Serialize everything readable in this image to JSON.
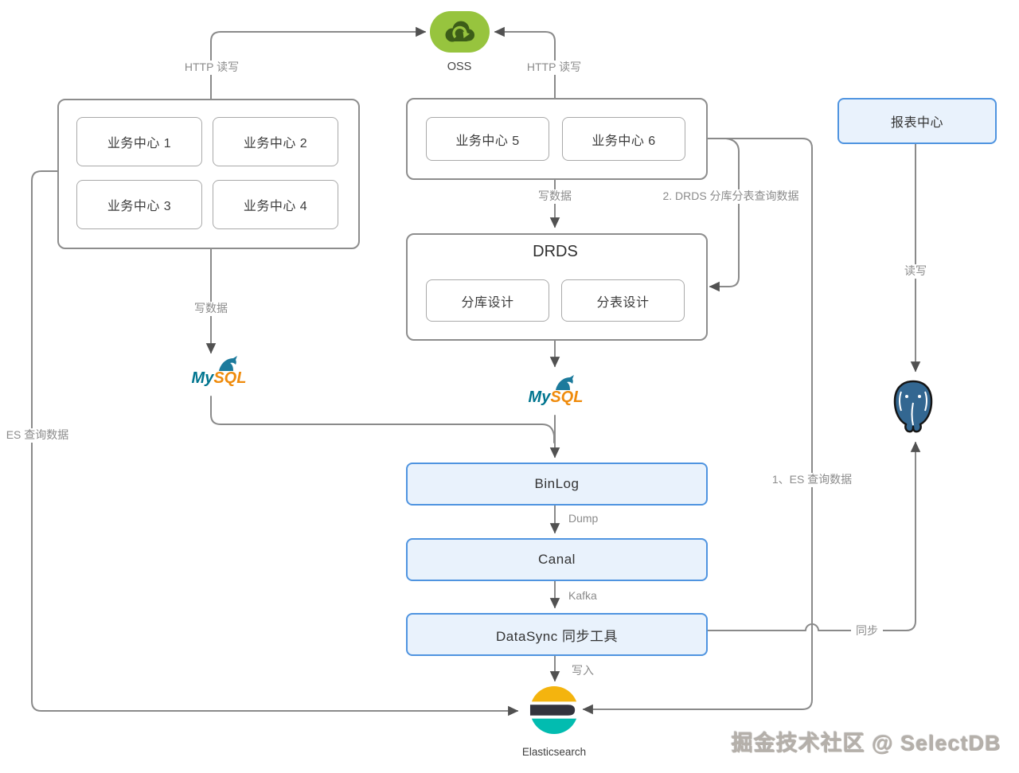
{
  "diagram": {
    "oss": {
      "label": "OSS"
    },
    "left_group": {
      "items": [
        "业务中心 1",
        "业务中心 2",
        "业务中心 3",
        "业务中心 4"
      ]
    },
    "center_group": {
      "items": [
        "业务中心 5",
        "业务中心 6"
      ]
    },
    "drds": {
      "title": "DRDS",
      "items": [
        "分库设计",
        "分表设计"
      ]
    },
    "pipeline": {
      "binlog": "BinLog",
      "canal": "Canal",
      "datasync": "DataSync 同步工具"
    },
    "elasticsearch": {
      "label": "Elasticsearch"
    },
    "report_center": {
      "label": "报表中心"
    },
    "mysql_logo": {
      "part1": "My",
      "part2": "SQL"
    },
    "edges": {
      "http_left": "HTTP 读写",
      "http_right": "HTTP 读写",
      "write_data_center": "写数据",
      "write_data_left": "写数据",
      "drds_query": "2. DRDS 分库分表查询数据",
      "es_query_left": "ES 查询数据",
      "es_query_right": "1、ES 查询数据",
      "dump": "Dump",
      "kafka": "Kafka",
      "write_in": "写入",
      "sync": "同步",
      "read_write": "读写"
    },
    "watermark": "掘金技术社区 @ SelectDB",
    "icons": [
      "oss-cloud-icon",
      "mysql-logo",
      "elasticsearch-logo",
      "postgresql-elephant-icon"
    ],
    "colors": {
      "accent_blue_border": "#4f94e0",
      "blue_box_fill": "#e9f2fc",
      "oss_green": "#97c43e",
      "oss_cloud_dark": "#3c5d18",
      "es_yellow": "#f4b40e",
      "es_dark": "#32333d",
      "es_teal": "#02bcb0",
      "mysql_teal": "#00758f",
      "mysql_orange": "#ef8b0c",
      "pg_blue": "#336791",
      "line_gray": "#8a8a8a",
      "arrow_gray": "#515151"
    }
  }
}
